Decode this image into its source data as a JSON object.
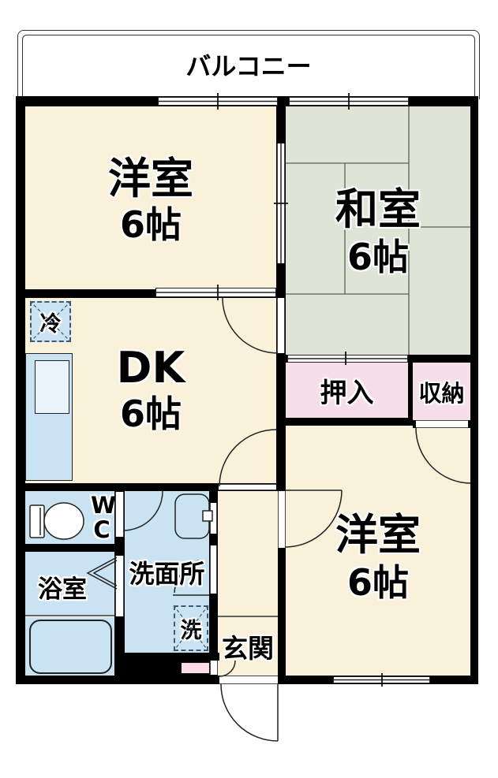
{
  "balcony": {
    "label": "バルコニー"
  },
  "rooms": {
    "western_top": {
      "name": "洋室",
      "size": "6帖"
    },
    "japanese": {
      "name": "和室",
      "size": "6帖"
    },
    "dk": {
      "name": "DK",
      "size": "6帖"
    },
    "western_bottom": {
      "name": "洋室",
      "size": "6帖"
    },
    "oshiire": {
      "label": "押入"
    },
    "storage": {
      "label": "収納"
    },
    "wc": {
      "label": "WC"
    },
    "bath": {
      "label": "浴室"
    },
    "washroom": {
      "label": "洗面所"
    },
    "entrance": {
      "label": "玄関"
    }
  },
  "fixtures": {
    "refrigerator": {
      "label": "冷"
    },
    "washing_machine": {
      "label": "洗"
    }
  },
  "colors": {
    "room_cream": "#FAF1DA",
    "tatami_green": "#DFE5D6",
    "closet_pink": "#F7DFEA",
    "wet_area_blue": "#C9E3F3",
    "wall_black": "#000000",
    "outline": "#222222"
  }
}
